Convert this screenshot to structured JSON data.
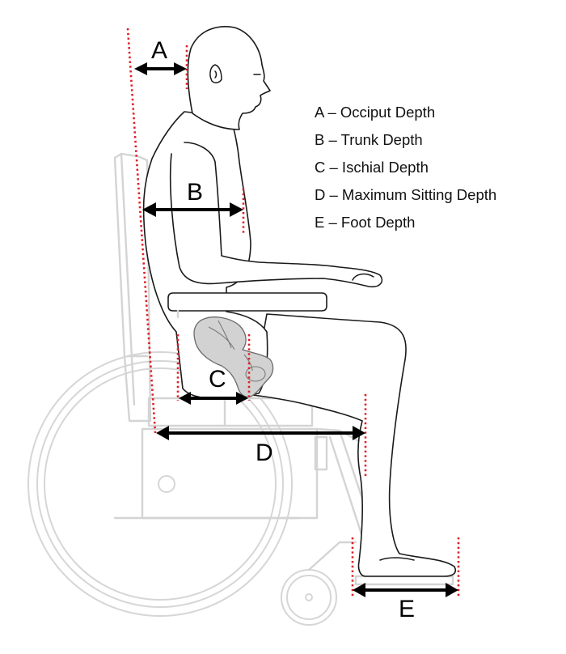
{
  "labels": {
    "a": "A",
    "b": "B",
    "c": "C",
    "d": "D",
    "e": "E"
  },
  "legend": [
    "A – Occiput Depth",
    "B – Trunk Depth",
    "C – Ischial Depth",
    "D – Maximum Sitting Depth",
    "E – Foot Depth"
  ],
  "colors": {
    "reference_line": "#e11d26",
    "arrow": "#000000",
    "wheelchair": "#d4d4d4",
    "pelvis": "#d2d2d2",
    "figure_outline": "#1a1a1a"
  },
  "icons": {
    "arrows": "double-headed-arrow-icon",
    "pelvis": "pelvis-bone-icon"
  }
}
